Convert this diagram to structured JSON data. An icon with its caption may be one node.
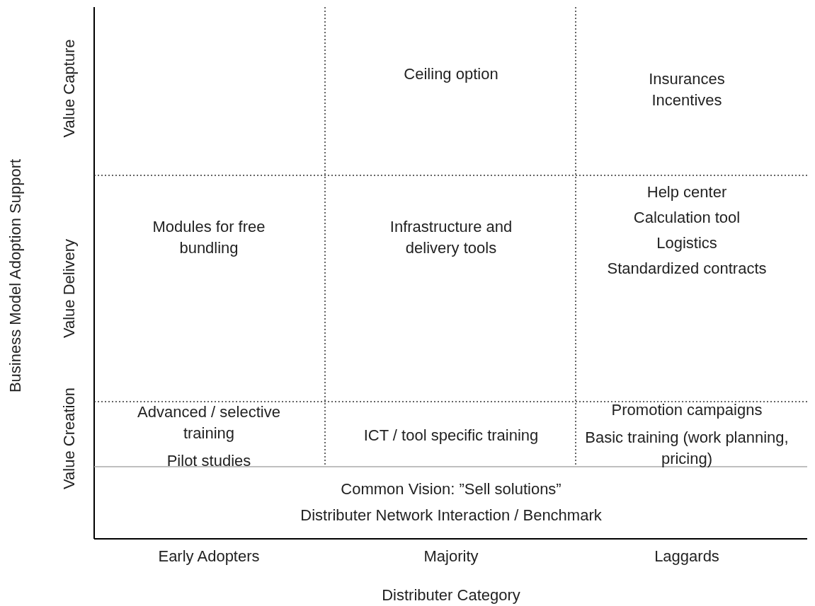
{
  "diagram": {
    "labels": [
      "Business Model Adoption Support",
      "Value Capture",
      "Ceiling option",
      "Insurances",
      "Incentives",
      "Value Delivery",
      "Modules for free bundling",
      "Infrastructure and delivery tools",
      "Help center",
      "Calculation tool",
      "Logistics",
      "Standardized contracts",
      "Value Creation",
      "Advanced / selective training",
      "Pilot studies",
      "ICT / tool specific training",
      "Promotion campaigns",
      "Basic training (work planning, pricing)",
      "Common Vision: ”Sell solutions”",
      "Distributer Network Interaction / Benchmark",
      "Early Adopters",
      "Majority",
      "Laggards",
      "Distributer Category"
    ]
  }
}
